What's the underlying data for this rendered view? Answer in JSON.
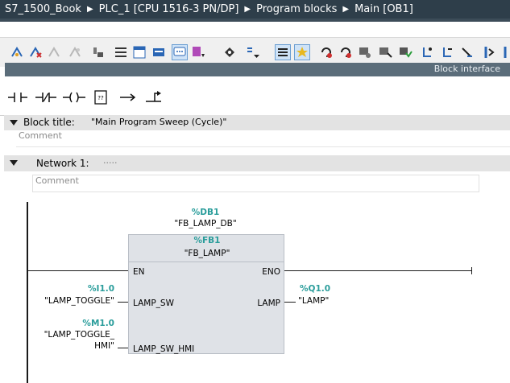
{
  "breadcrumb": [
    "S7_1500_Book",
    "PLC_1 [CPU 1516-3 PN/DP]",
    "Program blocks",
    "Main [OB1]"
  ],
  "block_interface_label": "Block interface",
  "block_title": {
    "label": "Block title:",
    "value": "\"Main Program Sweep (Cycle)\"",
    "comment_placeholder": "Comment"
  },
  "network": {
    "label": "Network 1:",
    "title": ".....",
    "comment_placeholder": "Comment"
  },
  "fb_call": {
    "db_address": "%DB1",
    "db_name": "\"FB_LAMP_DB\"",
    "fb_address": "%FB1",
    "fb_name": "\"FB_LAMP\"",
    "pins": {
      "en": "EN",
      "eno": "ENO",
      "in1": "LAMP_SW",
      "in2": "LAMP_SW_HMI",
      "out1": "LAMP"
    },
    "inputs": [
      {
        "address": "%I1.0",
        "symbol": "\"LAMP_TOGGLE\""
      },
      {
        "address": "%M1.0",
        "symbol_line1": "\"LAMP_TOGGLE_",
        "symbol_line2": "HMI\""
      }
    ],
    "outputs": [
      {
        "address": "%Q1.0",
        "symbol": "\"LAMP\""
      }
    ]
  }
}
